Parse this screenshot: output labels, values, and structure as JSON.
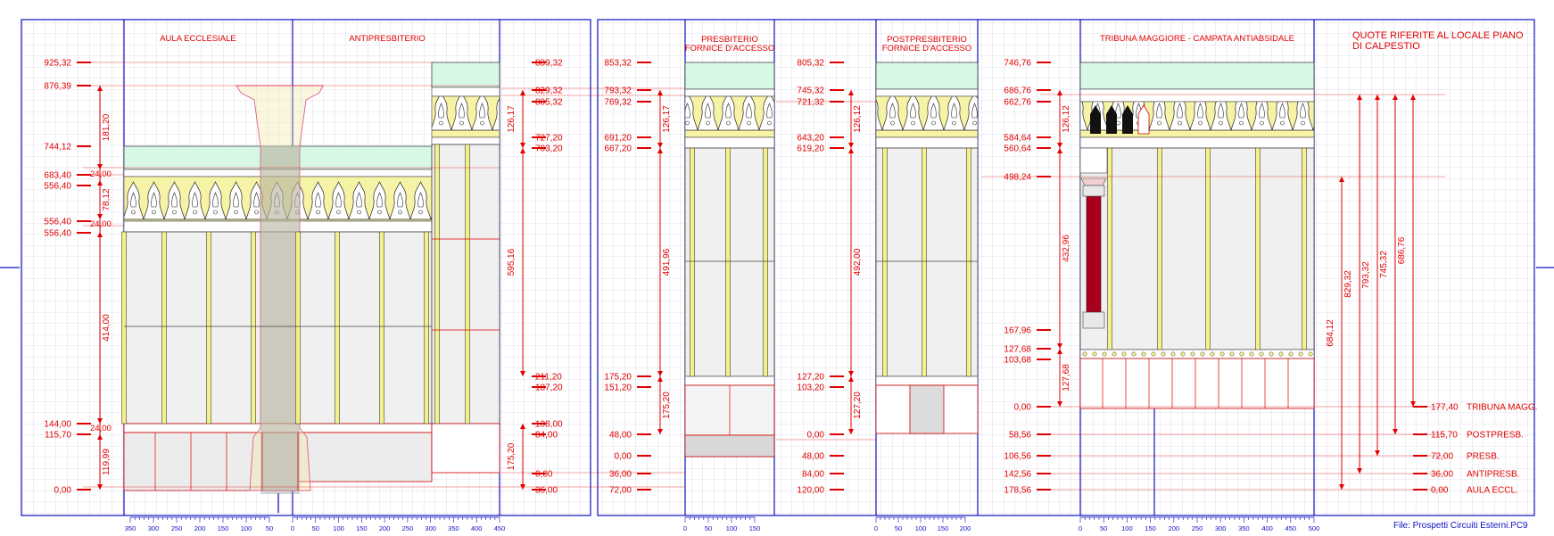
{
  "sections": {
    "aula": "AULA ECCLESIALE",
    "antipresbiterio": "ANTIPRESBITERIO",
    "presbiterio_1": "PRESBITERIO",
    "presbiterio_2": "FORNICE D'ACCESSO",
    "postpresbiterio_1": "POSTPRESBITERIO",
    "postpresbiterio_2": "FORNICE D'ACCESSO",
    "tribuna": "TRIBUNA MAGGIORE - CAMPATA ANTIABSIDALE"
  },
  "note": {
    "line1": "QUOTE RIFERITE AL LOCALE PIANO",
    "line2": "DI CALPESTIO"
  },
  "file_label": "File: Prospetti Circuiti Esterni.PC9",
  "elevations": {
    "aula_left": [
      "925,32",
      "876,39",
      "744,12",
      "683,40",
      "556,40",
      "556,40",
      "556,40",
      "144,00",
      "115,70",
      "0,00"
    ],
    "anti_right": [
      "889,32",
      "829,32",
      "805,32",
      "727,20",
      "703,20",
      "211,20",
      "187,20",
      "108,00",
      "84,00",
      "0,00",
      "36,00"
    ],
    "presb_left": [
      "853,32",
      "793,32",
      "769,32",
      "691,20",
      "667,20",
      "175,20",
      "151,20",
      "48,00",
      "0,00",
      "36,00",
      "72,00"
    ],
    "postpresb_left": [
      "805,32",
      "745,32",
      "721,32",
      "643,20",
      "619,20",
      "127,20",
      "103,20",
      "0,00",
      "48,00",
      "84,00",
      "120,00"
    ],
    "tribuna_left": [
      "746,76",
      "686,76",
      "662,76",
      "584,64",
      "560,64",
      "498,24",
      "167,96",
      "127,68",
      "103,68",
      "0,00",
      "58,56",
      "106,56",
      "142,56",
      "178,56"
    ]
  },
  "dimensions": {
    "aula": [
      "181,20",
      "24,00",
      "78,12",
      "24,00",
      "414,00",
      "24,00",
      "119,99"
    ],
    "anti": [
      "126,17",
      "595,16",
      "175,20"
    ],
    "presb": [
      "126,17",
      "491,96",
      "175,20"
    ],
    "postpresb": [
      "126,12",
      "492,00",
      "127,20"
    ],
    "tribuna": [
      "126,12",
      "432,96",
      "127,68"
    ],
    "right_stack": [
      "684,12",
      "829,32",
      "793,32",
      "745,32",
      "686,76"
    ]
  },
  "legend": [
    {
      "value": "177,40",
      "label": "TRIBUNA MAGG."
    },
    {
      "value": "115,70",
      "label": "POSTPRESB."
    },
    {
      "value": "72,00",
      "label": "PRESB."
    },
    {
      "value": "36,00",
      "label": "ANTIPRESB."
    },
    {
      "value": "0,00",
      "label": "AULA ECCL."
    }
  ],
  "scales": {
    "aula_left": [
      "350",
      "300",
      "250",
      "200",
      "150",
      "100",
      "50"
    ],
    "aula_right": [
      "0",
      "50",
      "100",
      "150",
      "200",
      "250",
      "300",
      "350",
      "400",
      "450"
    ],
    "presb": [
      "0",
      "50",
      "100",
      "150"
    ],
    "postpresb": [
      "0",
      "50",
      "100",
      "150",
      "200"
    ],
    "tribuna": [
      "0",
      "50",
      "100",
      "150",
      "200",
      "250",
      "300",
      "350",
      "400",
      "450",
      "500"
    ]
  },
  "colors": {
    "red": "#e00000",
    "blue": "#1010c0",
    "grid": "#c8c8dc",
    "mint": "#d8f8e6",
    "cream": "#fafac8",
    "yellow": "#f5f088",
    "pane": "#eaeaea",
    "column_red": "#a8001c"
  }
}
